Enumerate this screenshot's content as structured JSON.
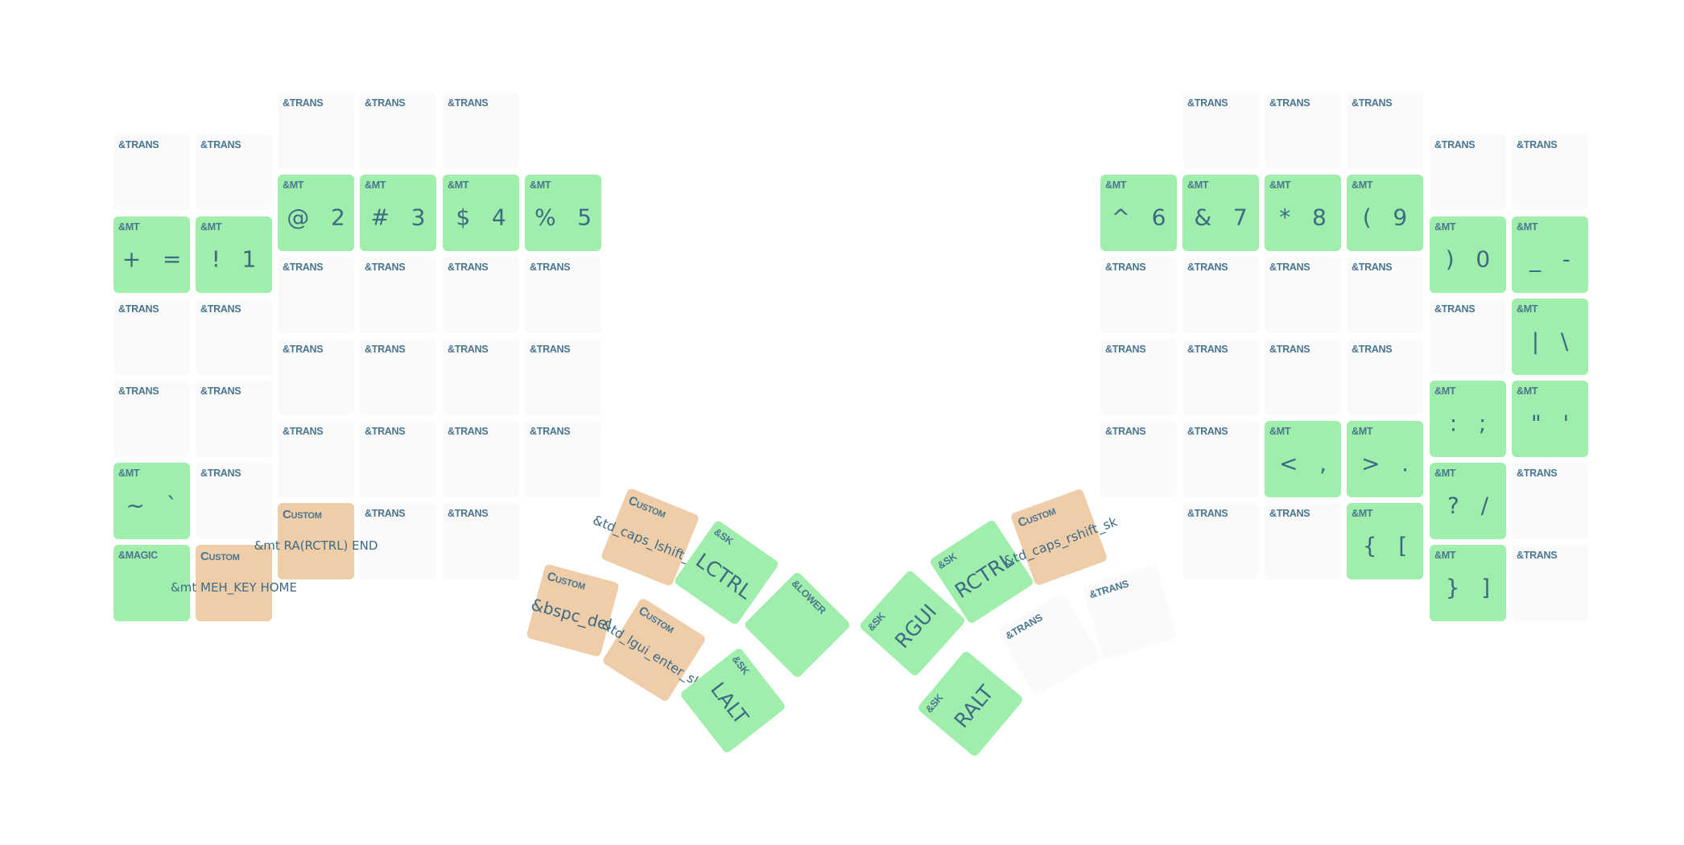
{
  "colors": {
    "mt": "#a0eeac",
    "custom": "#efcda8",
    "trans": "#fafafa",
    "text": "#3d6b85"
  },
  "left_half": {
    "columns": [
      [
        {
          "type": "trans",
          "header": "&TRANS",
          "legend": ""
        },
        {
          "type": "mt",
          "header": "&MT",
          "legend": "+   ="
        },
        {
          "type": "trans",
          "header": "&TRANS",
          "legend": ""
        },
        {
          "type": "trans",
          "header": "&TRANS",
          "legend": ""
        },
        {
          "type": "mt",
          "header": "&MT",
          "legend": "~   `"
        },
        {
          "type": "mt",
          "header": "&MAGIC",
          "legend": ""
        }
      ],
      [
        {
          "type": "trans",
          "header": "&TRANS",
          "legend": ""
        },
        {
          "type": "mt",
          "header": "&MT",
          "legend": "!   1"
        },
        {
          "type": "trans",
          "header": "&TRANS",
          "legend": ""
        },
        {
          "type": "trans",
          "header": "&TRANS",
          "legend": ""
        },
        {
          "type": "trans",
          "header": "&TRANS",
          "legend": ""
        },
        {
          "type": "custom",
          "header": "Custom",
          "legend": "&mt MEH_KEY HOME"
        }
      ],
      [
        {
          "type": "trans",
          "header": "&TRANS",
          "legend": ""
        },
        {
          "type": "mt",
          "header": "&MT",
          "legend": "@   2"
        },
        {
          "type": "trans",
          "header": "&TRANS",
          "legend": ""
        },
        {
          "type": "trans",
          "header": "&TRANS",
          "legend": ""
        },
        {
          "type": "trans",
          "header": "&TRANS",
          "legend": ""
        },
        {
          "type": "custom",
          "header": "Custom",
          "legend": "&mt RA(RCTRL) END"
        }
      ],
      [
        {
          "type": "trans",
          "header": "&TRANS",
          "legend": ""
        },
        {
          "type": "mt",
          "header": "&MT",
          "legend": "#   3"
        },
        {
          "type": "trans",
          "header": "&TRANS",
          "legend": ""
        },
        {
          "type": "trans",
          "header": "&TRANS",
          "legend": ""
        },
        {
          "type": "trans",
          "header": "&TRANS",
          "legend": ""
        },
        {
          "type": "trans",
          "header": "&TRANS",
          "legend": ""
        }
      ],
      [
        {
          "type": "trans",
          "header": "&TRANS",
          "legend": ""
        },
        {
          "type": "mt",
          "header": "&MT",
          "legend": "$   4"
        },
        {
          "type": "trans",
          "header": "&TRANS",
          "legend": ""
        },
        {
          "type": "trans",
          "header": "&TRANS",
          "legend": ""
        },
        {
          "type": "trans",
          "header": "&TRANS",
          "legend": ""
        },
        {
          "type": "trans",
          "header": "&TRANS",
          "legend": ""
        }
      ],
      [
        {
          "type": "mt",
          "header": "&MT",
          "legend": "%   5"
        },
        {
          "type": "trans",
          "header": "&TRANS",
          "legend": ""
        },
        {
          "type": "trans",
          "header": "&TRANS",
          "legend": ""
        },
        {
          "type": "trans",
          "header": "&TRANS",
          "legend": ""
        }
      ]
    ]
  },
  "right_half": {
    "columns": [
      [
        {
          "type": "mt",
          "header": "&MT",
          "legend": "^   6"
        },
        {
          "type": "trans",
          "header": "&TRANS",
          "legend": ""
        },
        {
          "type": "trans",
          "header": "&TRANS",
          "legend": ""
        },
        {
          "type": "trans",
          "header": "&TRANS",
          "legend": ""
        }
      ],
      [
        {
          "type": "trans",
          "header": "&TRANS",
          "legend": ""
        },
        {
          "type": "mt",
          "header": "&MT",
          "legend": "&   7"
        },
        {
          "type": "trans",
          "header": "&TRANS",
          "legend": ""
        },
        {
          "type": "trans",
          "header": "&TRANS",
          "legend": ""
        },
        {
          "type": "trans",
          "header": "&TRANS",
          "legend": ""
        },
        {
          "type": "trans",
          "header": "&TRANS",
          "legend": ""
        }
      ],
      [
        {
          "type": "trans",
          "header": "&TRANS",
          "legend": ""
        },
        {
          "type": "mt",
          "header": "&MT",
          "legend": "*   8"
        },
        {
          "type": "trans",
          "header": "&TRANS",
          "legend": ""
        },
        {
          "type": "trans",
          "header": "&TRANS",
          "legend": ""
        },
        {
          "type": "mt",
          "header": "&MT",
          "legend": "<   ,"
        },
        {
          "type": "trans",
          "header": "&TRANS",
          "legend": ""
        }
      ],
      [
        {
          "type": "trans",
          "header": "&TRANS",
          "legend": ""
        },
        {
          "type": "mt",
          "header": "&MT",
          "legend": "(   9"
        },
        {
          "type": "trans",
          "header": "&TRANS",
          "legend": ""
        },
        {
          "type": "trans",
          "header": "&TRANS",
          "legend": ""
        },
        {
          "type": "mt",
          "header": "&MT",
          "legend": ">   ."
        },
        {
          "type": "mt",
          "header": "&MT",
          "legend": "{   ["
        }
      ],
      [
        {
          "type": "trans",
          "header": "&TRANS",
          "legend": ""
        },
        {
          "type": "mt",
          "header": "&MT",
          "legend": ")   0"
        },
        {
          "type": "trans",
          "header": "&TRANS",
          "legend": ""
        },
        {
          "type": "mt",
          "header": "&MT",
          "legend": ":   ;"
        },
        {
          "type": "mt",
          "header": "&MT",
          "legend": "?   /"
        },
        {
          "type": "mt",
          "header": "&MT",
          "legend": "}   ]"
        }
      ],
      [
        {
          "type": "trans",
          "header": "&TRANS",
          "legend": ""
        },
        {
          "type": "mt",
          "header": "&MT",
          "legend": "_   -"
        },
        {
          "type": "mt",
          "header": "&MT",
          "legend": "|   \\"
        },
        {
          "type": "mt",
          "header": "&MT",
          "legend": "\"   '"
        },
        {
          "type": "trans",
          "header": "&TRANS",
          "legend": ""
        },
        {
          "type": "trans",
          "header": "&TRANS",
          "legend": ""
        }
      ]
    ]
  },
  "thumbs": [
    {
      "type": "custom",
      "header": "Custom",
      "legend": "&td_caps_lshift_sk"
    },
    {
      "type": "mt",
      "header": "&SK",
      "legend": "LCTRL"
    },
    {
      "type": "mt",
      "header": "&LOWER",
      "legend": ""
    },
    {
      "type": "custom",
      "header": "Custom",
      "legend": "&bspc_del"
    },
    {
      "type": "custom",
      "header": "Custom",
      "legend": "&td_lgui_enter_sk"
    },
    {
      "type": "mt",
      "header": "&SK",
      "legend": "LALT"
    },
    {
      "type": "mt",
      "header": "&SK",
      "legend": "RGUI"
    },
    {
      "type": "mt",
      "header": "&SK",
      "legend": "RCTRL"
    },
    {
      "type": "custom",
      "header": "Custom",
      "legend": "&td_caps_rshift_sk"
    },
    {
      "type": "mt",
      "header": "&SK",
      "legend": "RALT"
    },
    {
      "type": "trans",
      "header": "&TRANS",
      "legend": ""
    },
    {
      "type": "trans",
      "header": "&TRANS",
      "legend": ""
    }
  ]
}
